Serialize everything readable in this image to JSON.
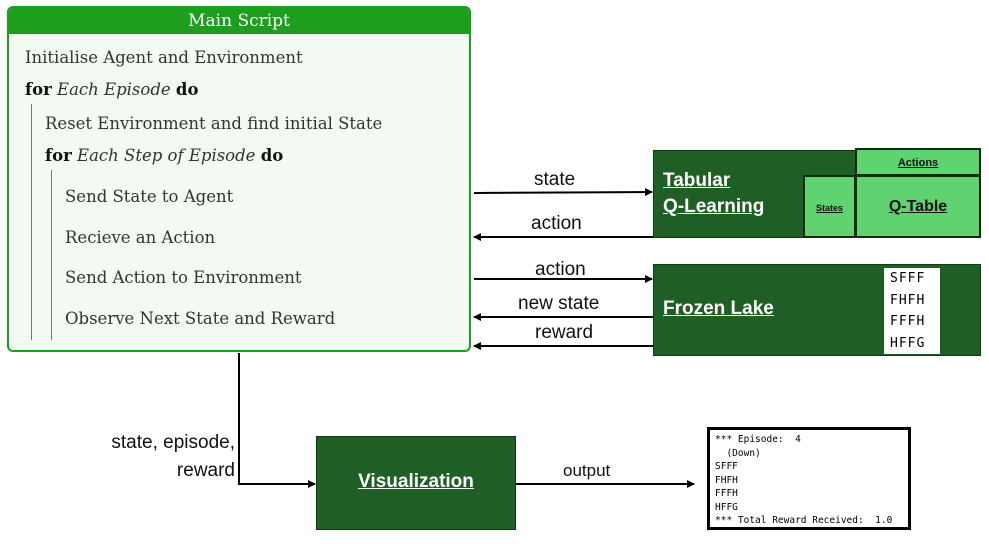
{
  "main_script": {
    "title": "Main Script",
    "line1": "Initialise Agent and Environment",
    "line2_kw1": "for",
    "line2_it": "Each Episode",
    "line2_kw2": "do",
    "line3": "Reset Environment and find initial State",
    "line4_kw1": "for",
    "line4_it": "Each Step of Episode",
    "line4_kw2": "do",
    "line5": "Send State to Agent",
    "line6": "Recieve an Action",
    "line7": "Send Action to Environment",
    "line8": "Observe Next State and Reward"
  },
  "agent": {
    "title_line1": "Tabular",
    "title_line2": "Q-Learning",
    "actions_label": "Actions",
    "states_label": "States",
    "qtable_label": "Q-Table"
  },
  "environment": {
    "title": "Frozen Lake",
    "grid": [
      "SFFF",
      "FHFH",
      "FFFH",
      "HFFG"
    ]
  },
  "visualization": {
    "title": "Visualization"
  },
  "arrows": {
    "state": "state",
    "action_back": "action",
    "action_out": "action",
    "new_state": "new state",
    "reward": "reward",
    "sev_line1": "state, episode,",
    "sev_line2": "reward",
    "output": "output"
  },
  "console": {
    "lines": [
      "*** Episode:  4",
      "  (Down)",
      "SFFF",
      "FHFH",
      "FFFH",
      "HFFG",
      "*** Total Reward Received:  1.0"
    ]
  }
}
